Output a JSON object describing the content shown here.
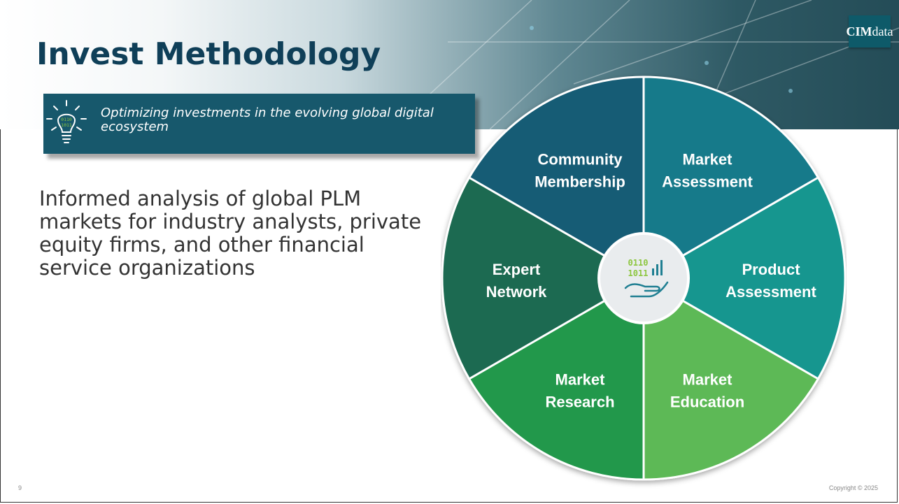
{
  "slide": {
    "title": "Invest Methodology",
    "tagline": "Optimizing investments in the evolving global digital ecosystem",
    "body": "Informed analysis of global PLM markets for industry analysts, private equity firms, and other financial service organizations",
    "page_number": "9",
    "copyright": "Copyright © 2025"
  },
  "logo": {
    "brand": "CIM",
    "suffix": "data"
  },
  "wheel": {
    "segments": [
      {
        "line1": "Market",
        "line2": "Assessment",
        "color": "#127a8a"
      },
      {
        "line1": "Product",
        "line2": "Assessment",
        "color": "#13968f"
      },
      {
        "line1": "Market",
        "line2": "Education",
        "color": "#5db957"
      },
      {
        "line1": "Market",
        "line2": "Research",
        "color": "#22984b"
      },
      {
        "line1": "Expert",
        "line2": "Network",
        "color": "#1c6b51"
      },
      {
        "line1": "Community",
        "line2": "Membership",
        "color": "#135c74"
      }
    ],
    "center_icon": "data-hand-icon"
  },
  "colors": {
    "title": "#0f3f58",
    "tagline_bg": "#17586c",
    "accent_green": "#8dc63f"
  }
}
